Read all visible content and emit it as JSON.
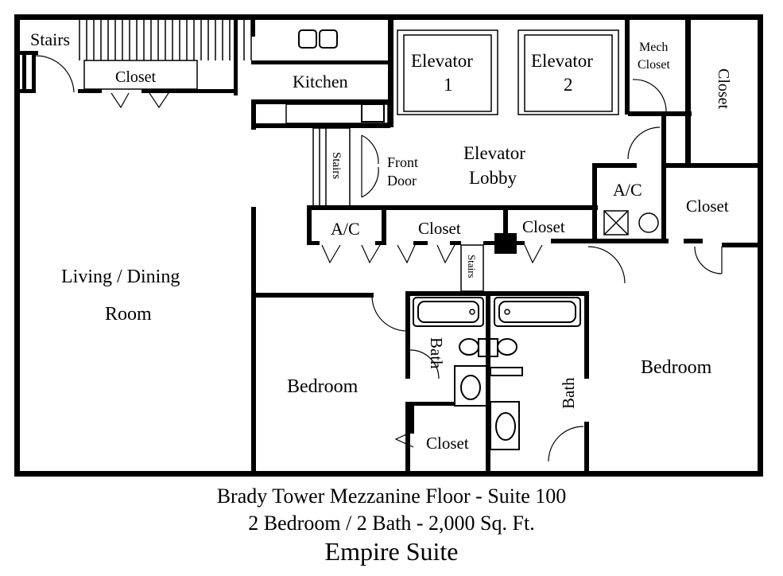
{
  "rooms": {
    "stairs_top": "Stairs",
    "closet_entry": "Closet",
    "kitchen": "Kitchen",
    "elevator1_line1": "Elevator",
    "elevator1_line2": "1",
    "elevator2_line1": "Elevator",
    "elevator2_line2": "2",
    "mech_line1": "Mech",
    "mech_line2": "Closet",
    "closet_right_vertical": "Closet",
    "stairs_mid": "Stairs",
    "front_door_line1": "Front",
    "front_door_line2": "Door",
    "elevator_lobby_line1": "Elevator",
    "elevator_lobby_line2": "Lobby",
    "ac_lobby": "A/C",
    "closet_right": "Closet",
    "ac_hall": "A/C",
    "closet_hall_1": "Closet",
    "closet_hall_2": "Closet",
    "stairs_small": "Stairs",
    "living_line1": "Living / Dining",
    "living_line2": "Room",
    "bath_left": "Bath",
    "bedroom_left": "Bedroom",
    "closet_bedroom": "Closet",
    "bath_right": "Bath",
    "bedroom_right": "Bedroom"
  },
  "caption": {
    "line1": "Brady Tower Mezzanine Floor - Suite 100",
    "line2": "2 Bedroom / 2 Bath - 2,000 Sq. Ft.",
    "line3": "Empire Suite"
  }
}
